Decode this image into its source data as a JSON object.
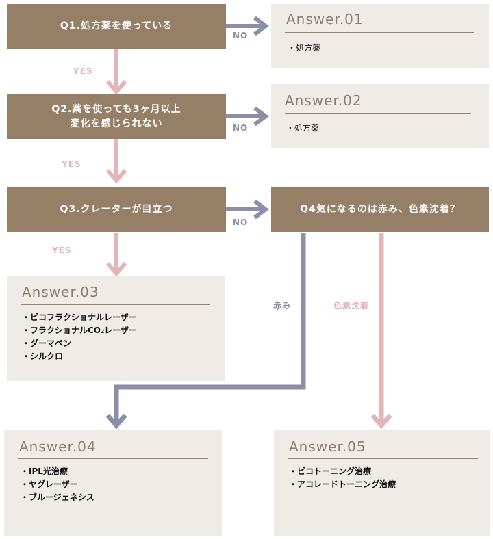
{
  "questions": {
    "q1": "Q1.処方薬を使っている",
    "q2": "Q2.薬を使っても3ヶ月以上\n変化を感じられない",
    "q3": "Q3.クレーターが目立つ",
    "q4": "Q4気になるのは赤み、色素沈着？"
  },
  "labels": {
    "no": "NO",
    "yes": "YES",
    "redness": "赤み",
    "pigmentation": "色素沈着"
  },
  "answers": {
    "a1": {
      "title": "Answer.01",
      "items": [
        "・処方薬"
      ]
    },
    "a2": {
      "title": "Answer.02",
      "items": [
        "・処方薬"
      ]
    },
    "a3": {
      "title": "Answer.03",
      "items": [
        "・ピコフラクショナルレーザー",
        "・フラクショナルCO₂レーザー",
        "・ダーマペン",
        "・シルクロ"
      ]
    },
    "a4": {
      "title": "Answer.04",
      "items": [
        "・IPL光治療",
        "・ヤグレーザー",
        "・ブルージェネシス"
      ]
    },
    "a5": {
      "title": "Answer.05",
      "items": [
        "・ピコトーニング治療",
        "・アコレードトーニング治療"
      ]
    }
  },
  "colors": {
    "question_bg": "#957f67",
    "answer_bg": "#efebe6",
    "no_arrow": "#8a8fa5",
    "yes_arrow": "#e3b5b9"
  }
}
